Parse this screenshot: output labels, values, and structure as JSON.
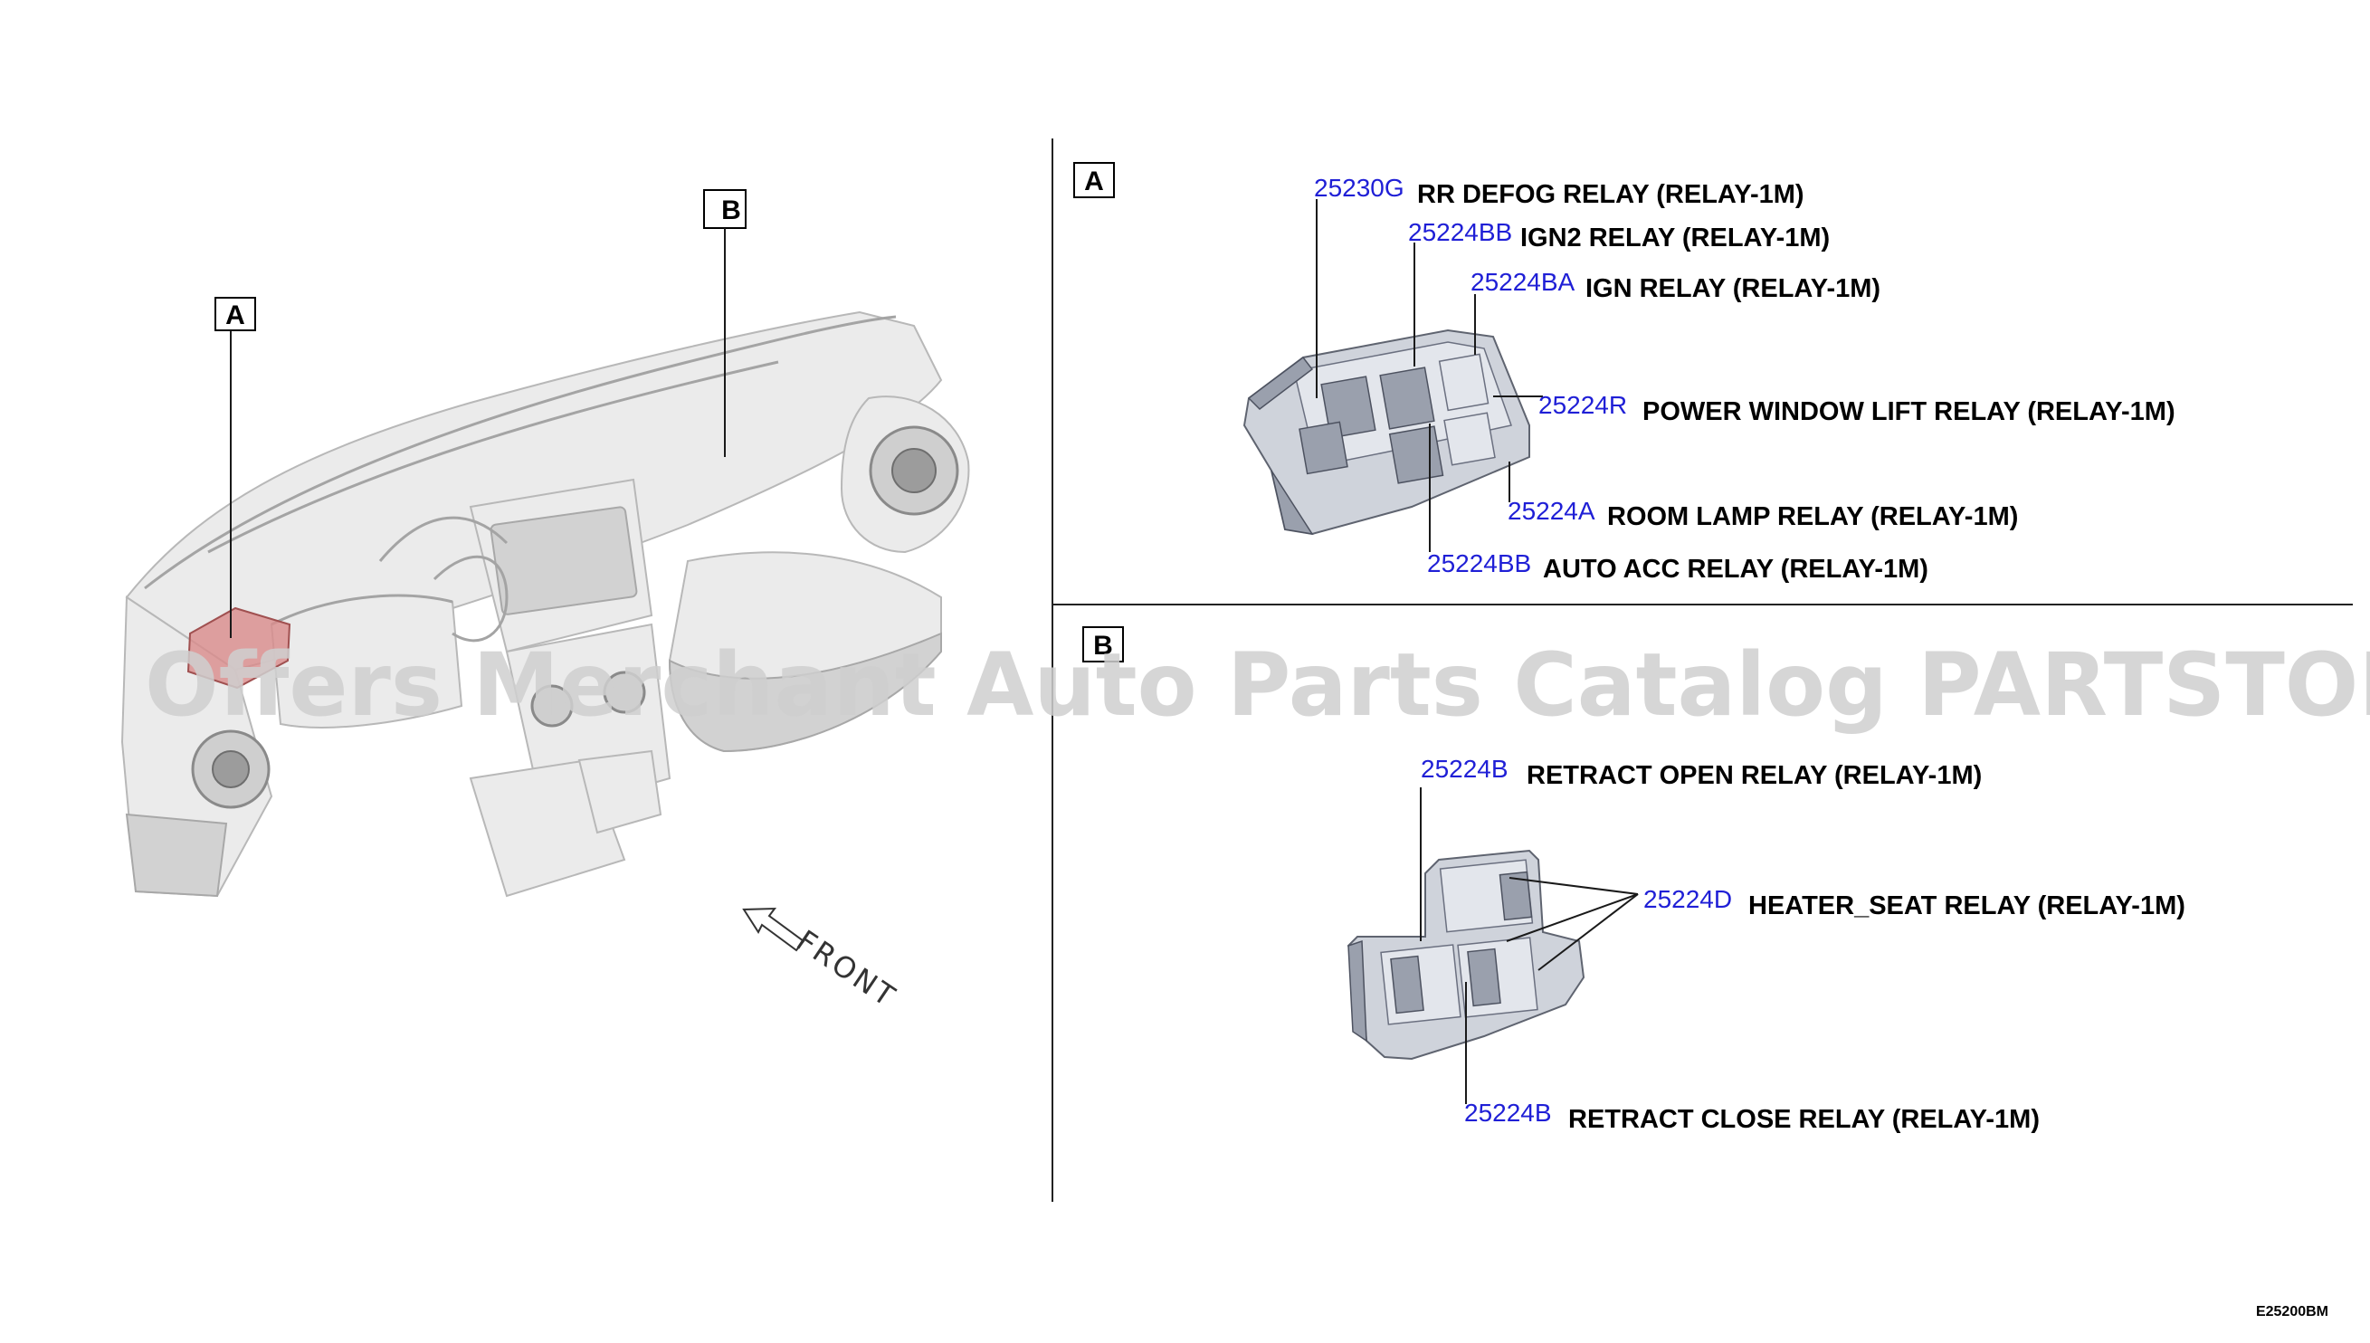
{
  "panel_labels": {
    "overview_a": "A",
    "overview_b": "B",
    "section_a": "A",
    "section_b": "B"
  },
  "front_label": "FRONT",
  "section_a_callouts": [
    {
      "code": "25230G",
      "name": "RR DEFOG RELAY (RELAY-1M)"
    },
    {
      "code": "25224BB",
      "name": "IGN2 RELAY (RELAY-1M)"
    },
    {
      "code": "25224BA",
      "name": "IGN RELAY (RELAY-1M)"
    },
    {
      "code": "25224R",
      "name": "POWER WINDOW LIFT RELAY (RELAY-1M)"
    },
    {
      "code": "25224A",
      "name": "ROOM LAMP RELAY (RELAY-1M)"
    },
    {
      "code": "25224BB",
      "name": "AUTO ACC RELAY (RELAY-1M)"
    }
  ],
  "section_b_callouts": [
    {
      "code": "25224B",
      "name": "RETRACT OPEN RELAY (RELAY-1M)"
    },
    {
      "code": "25224D",
      "name": "HEATER_SEAT RELAY (RELAY-1M)"
    },
    {
      "code": "25224B",
      "name": "RETRACT CLOSE RELAY (RELAY-1M)"
    }
  ],
  "watermark": "Offers Merchant Auto Parts Catalog PARTSTORE.SA",
  "diagram_code": "E25200BM",
  "colors": {
    "code_blue": "#1f1fd6",
    "highlight_red": "#d98b8b"
  }
}
